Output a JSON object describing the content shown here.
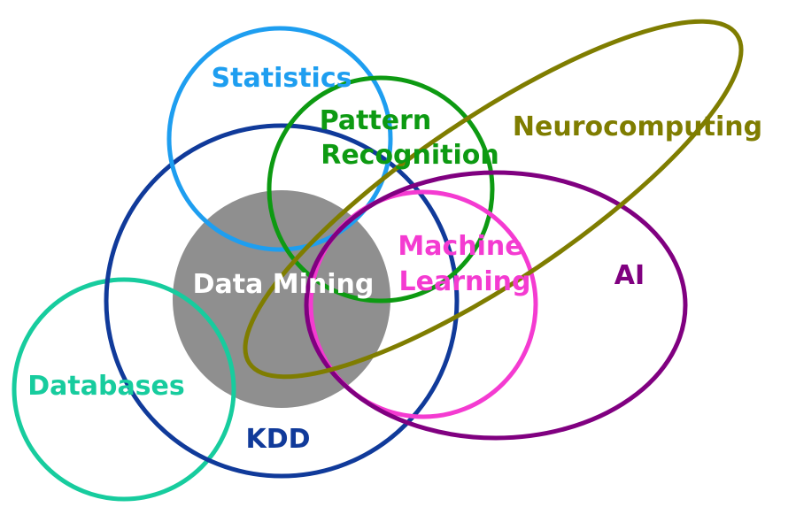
{
  "diagram": {
    "labels": {
      "statistics": "Statistics",
      "pattern_line1": "Pattern",
      "pattern_line2": "Recognition",
      "neurocomputing": "Neurocomputing",
      "machine_line1": "Machine",
      "machine_line2": "Learning",
      "ai": "AI",
      "data_mining": "Data Mining",
      "databases": "Databases",
      "kdd": "KDD"
    },
    "colors": {
      "statistics": "#1e9ef0",
      "pattern_recognition": "#0d9a12",
      "neurocomputing": "#7f7d00",
      "machine_learning": "#f43bd1",
      "ai": "#800080",
      "data_mining_fill": "#8f8f8f",
      "data_mining_text": "#ffffff",
      "databases": "#17cc9e",
      "kdd": "#103a9a"
    }
  }
}
